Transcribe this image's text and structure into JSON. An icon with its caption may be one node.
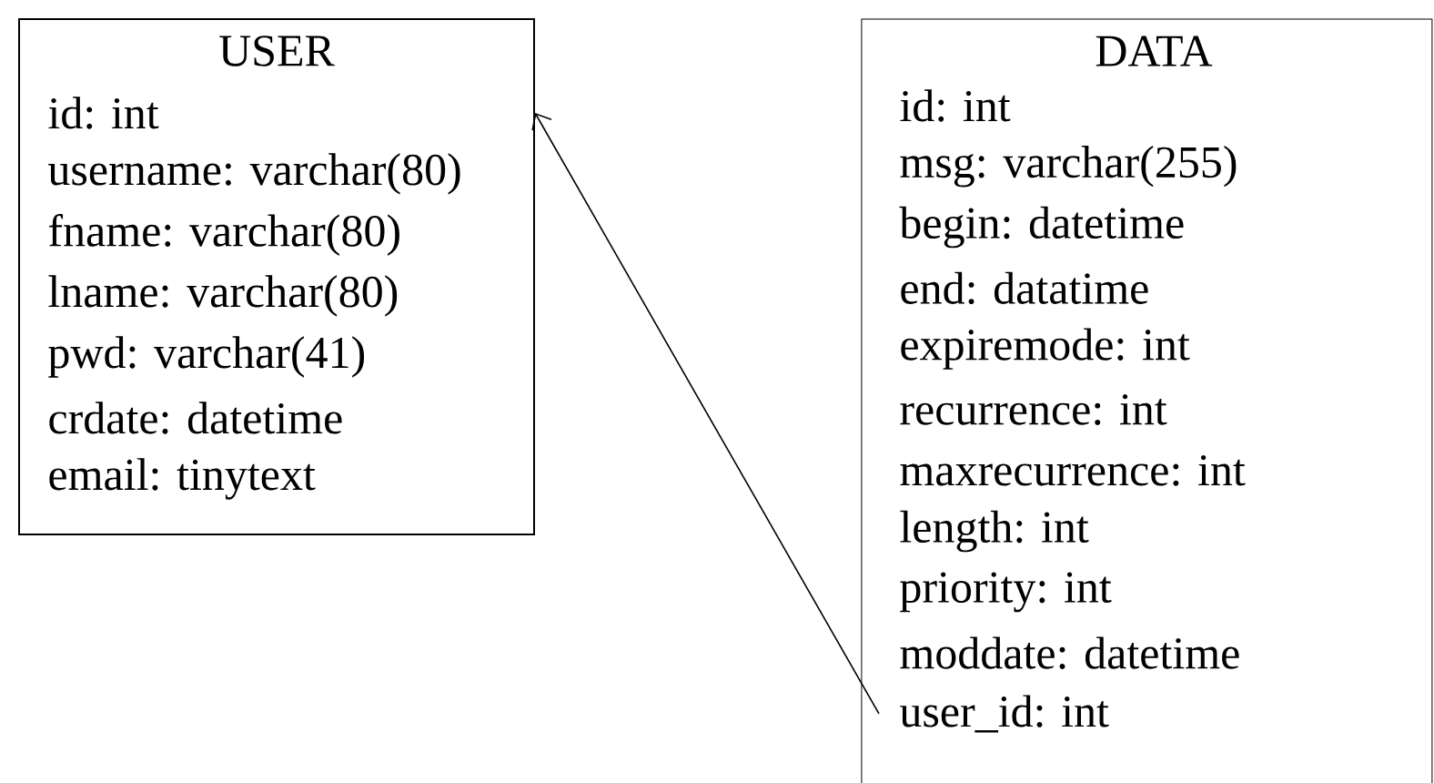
{
  "diagram": {
    "nodes": [
      {
        "text": [
          "USER",
          "id: int",
          "username: varchar(80)",
          "fname: varchar(80)",
          "lname: varchar(80)",
          "pwd: varchar(41)",
          "crdate: datetime",
          "email: tinytext"
        ]
      },
      {
        "text": [
          "DATA",
          "id: int",
          "msg: varchar(255)",
          "begin: datetime",
          "end: datatime",
          "expiremode: int",
          "recurrence: int",
          "maxrecurrence: int",
          "length: int",
          "priority: int",
          "moddate: datetime",
          "user_id: int"
        ]
      }
    ],
    "edges": [
      {
        "from": 1,
        "to": 0,
        "arrow": "to"
      }
    ]
  }
}
